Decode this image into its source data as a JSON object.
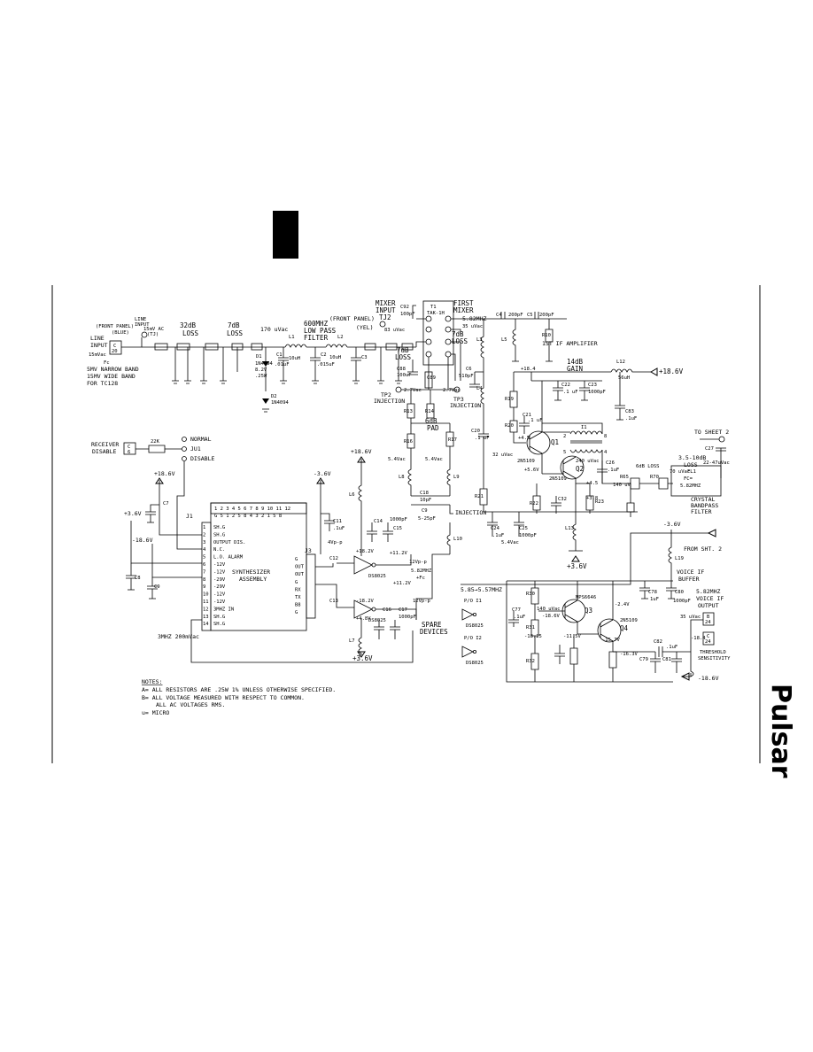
{
  "inputs": {
    "line_input": [
      "LINE",
      "INPUT",
      "15mVac"
    ],
    "front_panel_blue": "(FRONT PANEL)",
    "blue": "(BLUE)",
    "line_input_small": [
      "LINE",
      "INPUT"
    ],
    "ac_15mv": "15mV AC",
    "tj1": "(TJ)",
    "c20_box": [
      "C",
      "20"
    ],
    "fc_notes": [
      "Fc",
      "5MV NARROW BAND",
      "15MV WIDE BAND",
      "FOR TC128"
    ]
  },
  "stages": {
    "loss32": [
      "32dB",
      "LOSS"
    ],
    "loss7a": [
      "7dB",
      "LOSS"
    ],
    "uvac170": "170 uVac",
    "lpf": [
      "600MHZ",
      "LOW PASS",
      "FILTER"
    ],
    "front_yel": [
      "(FRONT PANEL)",
      "(YEL)"
    ],
    "mixer_input": [
      "MIXER",
      "INPUT",
      "TJ2"
    ],
    "uvac83": "83 uVac",
    "loss7b": [
      "7dB",
      "LOSS"
    ],
    "first_mixer": [
      "FIRST",
      "MIXER"
    ],
    "t1": [
      "T1",
      "TAK-1H"
    ],
    "freq_out": "5.82MHZ",
    "uvac35": "35 uVac",
    "loss7c": [
      "7dB",
      "LOSS"
    ],
    "if_amp": "1ST IF AMPLIFIER",
    "gain14": [
      "14dB",
      "GAIN"
    ],
    "v18_6a": "+18.6V",
    "v18_4": "+18.4",
    "tp2": [
      "TP2",
      "INJECTION"
    ],
    "tp3": [
      "TP3",
      "INJECTION"
    ],
    "v27a": "2.7Vac",
    "v27b": "2.7Vac",
    "pad": [
      "6dB",
      "PAD"
    ],
    "v54a": "5.4Vac",
    "v54b": "5.4Vac",
    "injection": "INJECTION",
    "uvac32": "32 uVac",
    "uvac240": "240 uVac",
    "uvac140": "140 uV",
    "q1": "Q1",
    "q2": "Q2",
    "q1_type": "2N5109",
    "q2_type": "2N5109",
    "v45": "+4.5",
    "v56": "+5.6V",
    "v38": "+3.8",
    "v36_l13": "+3.6V",
    "to_sheet2": "TO SHEET 2",
    "loss6": "6dB LOSS",
    "uvac70": "70 uVac",
    "xtal_loss": [
      "3.5-10dB",
      "LOSS"
    ],
    "fl1": [
      "FL1",
      "FC=",
      "5.82MHZ"
    ],
    "xtal_label": [
      "CRYSTAL",
      "BANDPASS",
      "FILTER"
    ],
    "uvac_22_47": "22-47uVac"
  },
  "synth": {
    "receiver_disable": [
      "RECEIVER",
      "DISABLE"
    ],
    "c6_box": [
      "C",
      "6"
    ],
    "r12": "22K",
    "normal": "NORMAL",
    "ju1": "JU1",
    "disable": "DISABLE",
    "v18_6": "+18.6V",
    "v36": "+3.6V",
    "vm18_6": "-18.6V",
    "vm36": "-3.6V",
    "j1": "J1",
    "title": [
      "SYNTHESIZER",
      "ASSEMBLY"
    ],
    "pins": [
      "SH.G",
      "SH.G",
      "OUTPUT DIS.",
      "N.C.",
      "L.O. ALARM",
      "-12V",
      "-12V",
      "-29V",
      "-29V",
      "-12V",
      "-12V",
      "3MHZ IN",
      "SH.G",
      "SH.G"
    ],
    "pin_nums": [
      "1",
      "2",
      "3",
      "4",
      "5",
      "6",
      "7",
      "8",
      "9",
      "10",
      "11",
      "12",
      "13",
      "14"
    ],
    "j3": "J3",
    "j3_pins": [
      "G",
      "OUT",
      "OUT",
      "G",
      "RX",
      "TX",
      "B8",
      "G"
    ],
    "vpp4": "4Vp-p",
    "v18_2": "+18.2V",
    "vm18_2": "-18.2V",
    "v11_2a": "+11.2V",
    "v11_2b": "+11.2V",
    "v14_8": "+4.8V",
    "vpp12": "12Vp-p",
    "inj_freq": [
      "5.82MHZ",
      "+Fc"
    ],
    "freq_range": "5.85→5.57MHZ",
    "mhz3": "3MHZ 200mVac",
    "c11": "C11",
    "c7": "C7",
    "c8": "C8",
    "c9": "C9",
    "ic_ds": "DS8025",
    "spare": [
      "SPARE",
      "DEVICES"
    ],
    "spare_a": "P/O I1",
    "spare_b": "P/O I2"
  },
  "voice": {
    "vm36": "-3.6V",
    "from_sht2": "FROM SHT. 2",
    "title": [
      "VOICE IF",
      "BUFFER"
    ],
    "out": [
      "5.82MHZ",
      "VOICE IF",
      "OUTPUT"
    ],
    "uvac35": "35 uVac",
    "uvac140": "140 uVac",
    "vm18_6a": "-18.6V",
    "vm18_6b": "-18.6V",
    "q3": "Q3",
    "q4": "Q4",
    "q3_type": "MPS6646",
    "q4_type": "2N5109",
    "vm11_5": "-11.5V",
    "vm15_7": "-15.7V",
    "vm16_3": "-16.3V",
    "vm2_4": "-2.4V",
    "vm18_4": "-18.4",
    "c24_box": [
      "C",
      "24"
    ],
    "b24": [
      "B",
      "24"
    ],
    "thresh": [
      "THRESHOLD",
      "SENSITIVITY"
    ],
    "cr": "C77",
    "c78": "C78",
    "c80": "C80",
    "c79": "C79",
    "c81": "C81",
    "c82": "C82",
    "vm18_25": "-18.25"
  },
  "notes": {
    "title": "NOTES:",
    "a": "A= ALL RESISTORS ARE .25W 1% UNLESS OTHERWISE SPECIFIED.",
    "b": "B= ALL VOLTAGE MEASURED WITH RESPECT TO COMMON.",
    "c": "ALL AC VOLTAGES RMS.",
    "d": "u= MICRO"
  },
  "brand": "Pulsar"
}
